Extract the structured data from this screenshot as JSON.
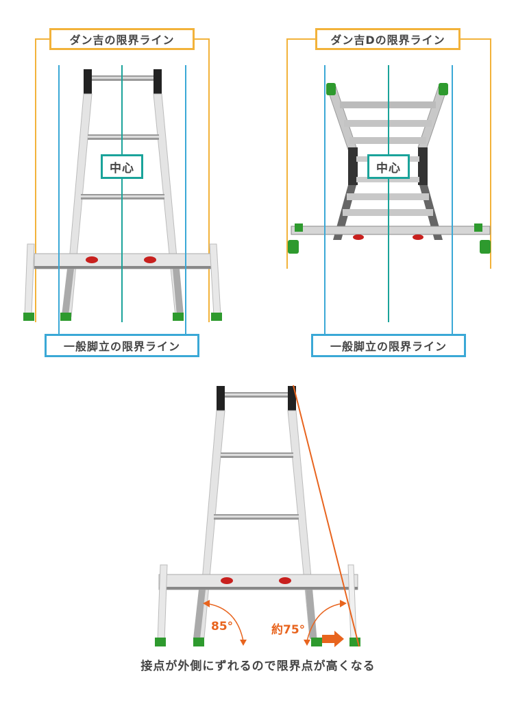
{
  "panels": {
    "left": {
      "top_label": "ダン吉の限界ライン",
      "center_label": "中心",
      "bottom_label": "一般脚立の限界ライン"
    },
    "right": {
      "top_label": "ダン吉Dの限界ライン",
      "center_label": "中心",
      "bottom_label": "一般脚立の限界ライン"
    },
    "bottom": {
      "angle_inner": "85°",
      "angle_outer": "約75°",
      "caption": "接点が外側にずれるので限界点が高くなる"
    }
  },
  "colors": {
    "orange_line": "#f2b23a",
    "blue_line": "#3aa8d6",
    "teal_line": "#1aa39a",
    "angle_accent": "#e8641e",
    "foot_green": "#2e9a2e"
  }
}
